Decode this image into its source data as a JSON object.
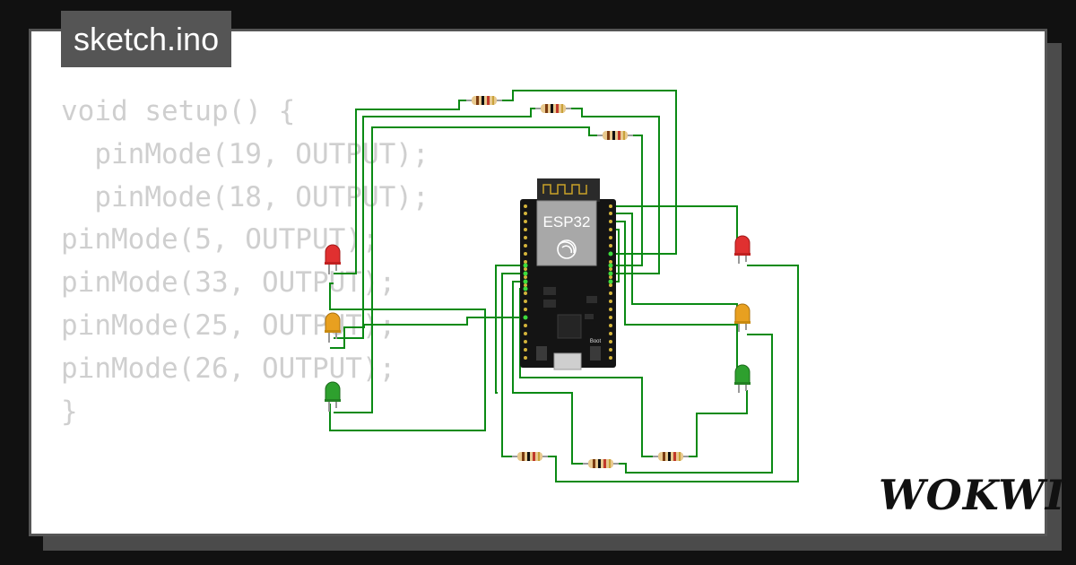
{
  "tab": {
    "filename": "sketch.ino"
  },
  "code": {
    "lines": [
      "void setup() {",
      "  pinMode(19, OUTPUT);",
      "  pinMode(18, OUTPUT);",
      "pinMode(5, OUTPUT);",
      "pinMode(33, OUTPUT);",
      "pinMode(25, OUTPUT);",
      "pinMode(26, OUTPUT);",
      "}"
    ]
  },
  "board": {
    "label": "ESP32",
    "button_label": "Boot"
  },
  "brand": {
    "name": "WOKWI"
  },
  "colors": {
    "wire": "#0a8a14",
    "led_red": "#e03030",
    "led_yellow": "#e8a020",
    "led_green": "#2ea02e",
    "board": "#141414",
    "tab_bg": "#555555",
    "code_text": "#cfcfcf"
  }
}
